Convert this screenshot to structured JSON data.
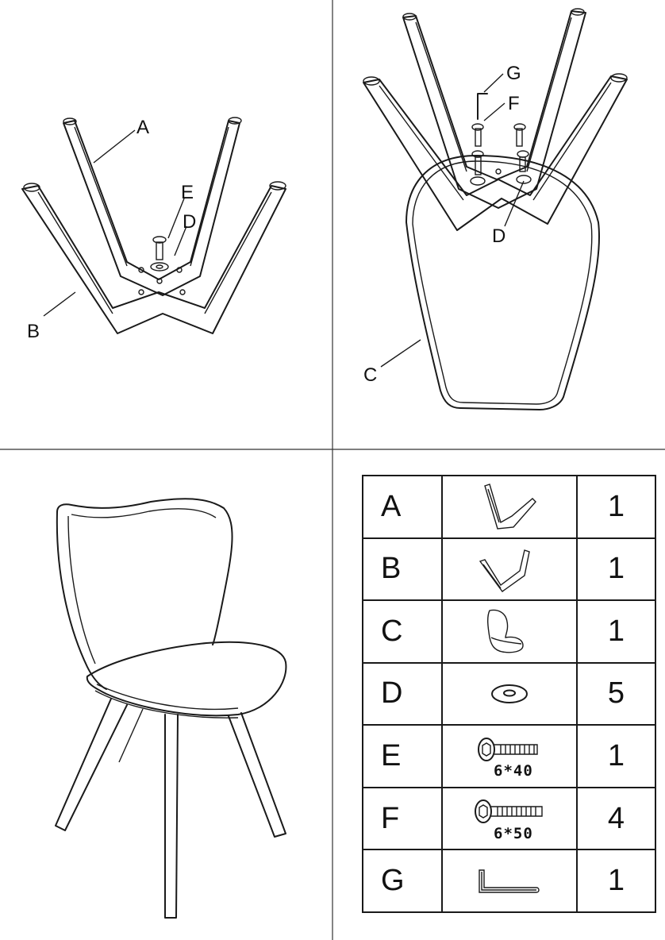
{
  "labels": {
    "panel1": [
      "A",
      "B",
      "E",
      "D"
    ],
    "panel2": [
      "G",
      "F",
      "D",
      "C"
    ]
  },
  "parts": [
    {
      "letter": "A",
      "icon": "leg-frame-a-icon",
      "size": "",
      "qty": "1"
    },
    {
      "letter": "B",
      "icon": "leg-frame-b-icon",
      "size": "",
      "qty": "1"
    },
    {
      "letter": "C",
      "icon": "seat-shell-icon",
      "size": "",
      "qty": "1"
    },
    {
      "letter": "D",
      "icon": "washer-icon",
      "size": "",
      "qty": "5"
    },
    {
      "letter": "E",
      "icon": "bolt-icon",
      "size": "6*40",
      "qty": "1"
    },
    {
      "letter": "F",
      "icon": "bolt-icon",
      "size": "6*50",
      "qty": "4"
    },
    {
      "letter": "G",
      "icon": "allen-key-icon",
      "size": "",
      "qty": "1"
    }
  ]
}
